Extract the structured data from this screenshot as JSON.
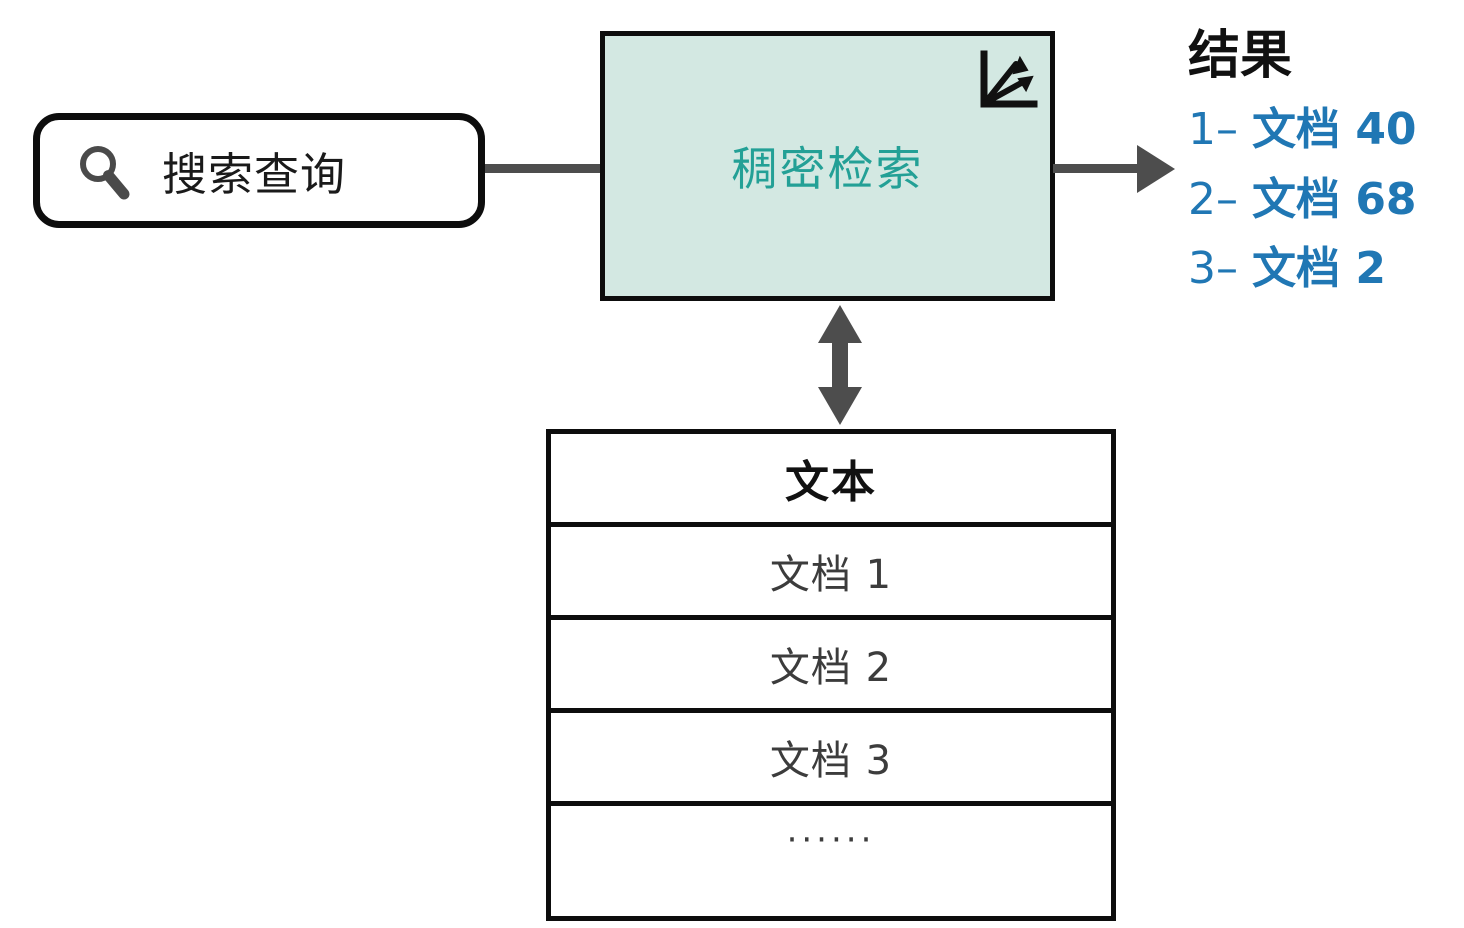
{
  "diagram": {
    "title": "Dense retrieval pipeline",
    "colors": {
      "box_fill": "#d3e8e2",
      "box_text": "#23a096",
      "result_text": "#2077b4",
      "stroke": "#0d0d0d",
      "connector": "#4d4d4d"
    }
  },
  "query": {
    "icon": "search-icon",
    "label": "搜索查询"
  },
  "retrieval": {
    "label": "稠密检索",
    "icon": "vector-space-icon"
  },
  "connectors": {
    "query_to_retrieval": "line",
    "retrieval_to_results": "arrow-right",
    "retrieval_to_corpus": "double-arrow-vertical"
  },
  "results": {
    "title": "结果",
    "items": [
      {
        "rank": "1–",
        "label": "文档 40"
      },
      {
        "rank": "2–",
        "label": "文档 68"
      },
      {
        "rank": "3–",
        "label": "文档 2"
      }
    ]
  },
  "corpus": {
    "header": "文本",
    "rows": [
      "文档 1",
      "文档 2",
      "文档 3"
    ],
    "ellipsis": "······"
  }
}
